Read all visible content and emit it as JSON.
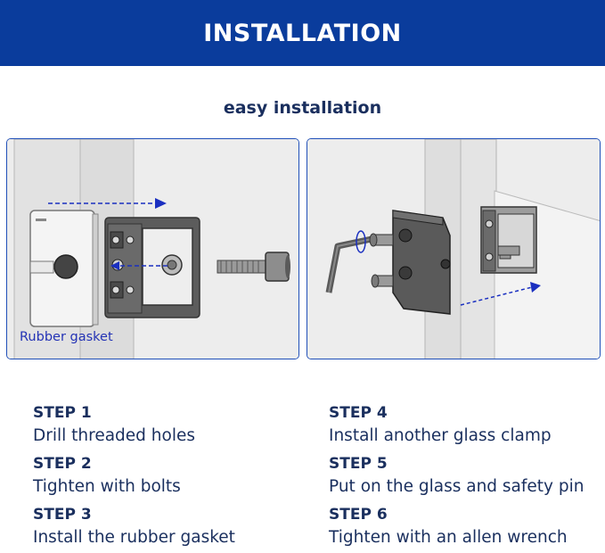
{
  "header": {
    "title": "INSTALLATION"
  },
  "subtitle": "easy installation",
  "left_panel": {
    "gasket_label": "Rubber gasket"
  },
  "steps": [
    {
      "title": "STEP 1",
      "desc": "Drill threaded holes"
    },
    {
      "title": "STEP 2",
      "desc": "Tighten with bolts"
    },
    {
      "title": "STEP 3",
      "desc": "Install the rubber gasket"
    },
    {
      "title": "STEP 4",
      "desc": "Install another glass clamp"
    },
    {
      "title": "STEP 5",
      "desc": "Put on the glass and safety pin"
    },
    {
      "title": "STEP 6",
      "desc": "Tighten with an allen wrench"
    }
  ],
  "colors": {
    "banner": "#0a3c9c",
    "text": "#1a2f5e",
    "panel_border": "#1f4fb8",
    "arrow": "#1a2fc0"
  }
}
